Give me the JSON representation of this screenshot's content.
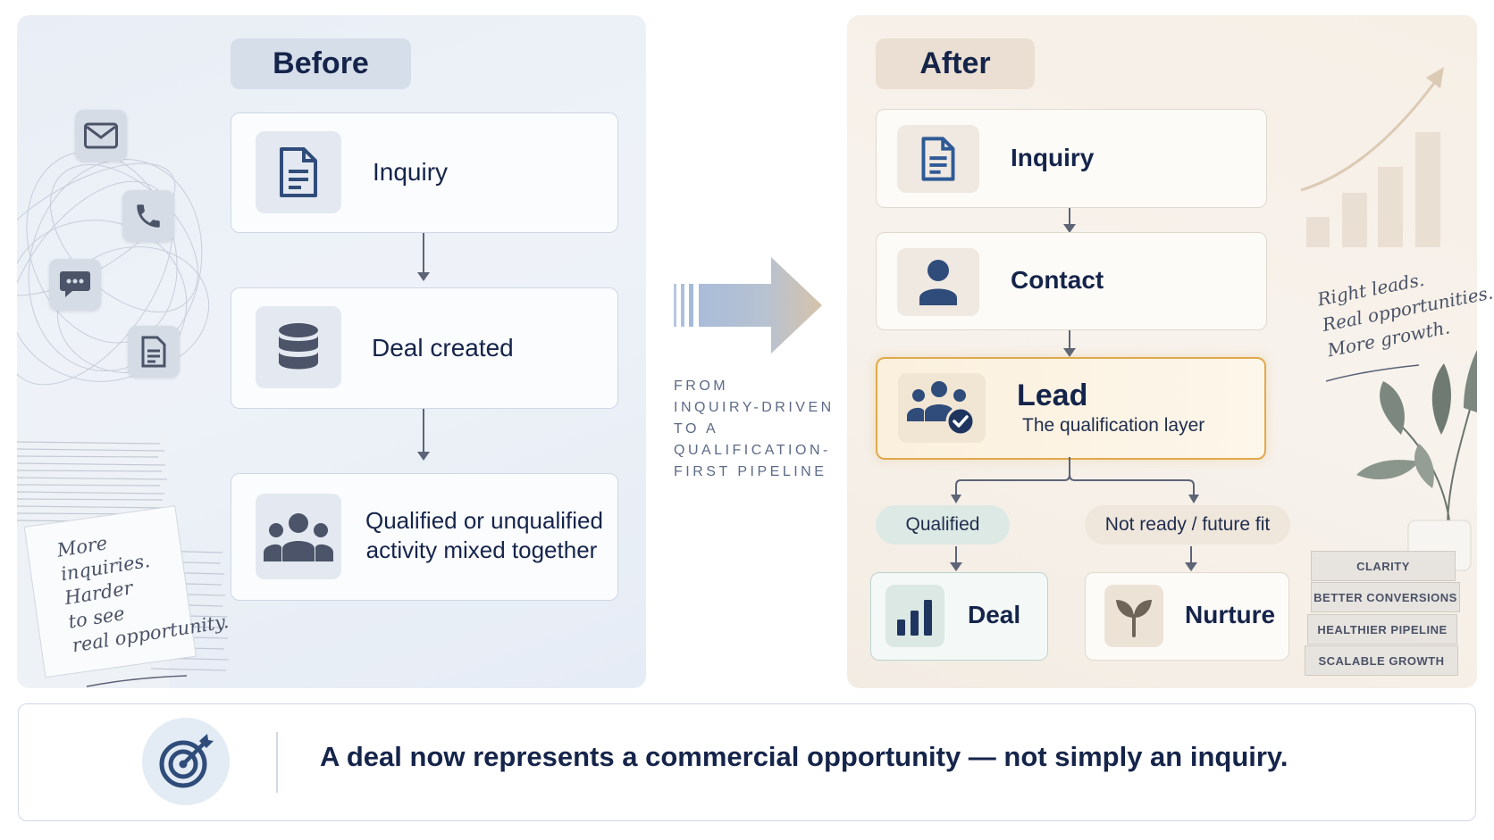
{
  "before": {
    "title": "Before",
    "steps": [
      "Inquiry",
      "Deal created",
      "Qualified or unqualified",
      "activity mixed together"
    ],
    "note": [
      "More",
      "inquiries.",
      "Harder",
      "to see",
      "real opportunity."
    ]
  },
  "transition": {
    "caption": [
      "FROM",
      "INQUIRY-DRIVEN",
      "TO A",
      "QUALIFICATION-",
      "FIRST PIPELINE"
    ]
  },
  "after": {
    "title": "After",
    "inquiry": "Inquiry",
    "contact": "Contact",
    "lead": "Lead",
    "lead_sub": "The qualification layer",
    "branch_left": "Qualified",
    "branch_right": "Not ready / future fit",
    "deal": "Deal",
    "nurture": "Nurture",
    "note": [
      "Right leads.",
      "Real opportunities.",
      "More growth."
    ],
    "books": [
      "CLARITY",
      "BETTER CONVERSIONS",
      "HEALTHIER PIPELINE",
      "SCALABLE GROWTH"
    ]
  },
  "footer": {
    "statement": "A deal now represents a commercial opportunity — not simply an inquiry."
  },
  "colors": {
    "navy": "#15244a",
    "icon_blue": "#2f4c7a",
    "lead_accent": "#e0a94a",
    "qualified_chip": "#dde9e4",
    "not_ready_chip": "#efe6dc"
  }
}
